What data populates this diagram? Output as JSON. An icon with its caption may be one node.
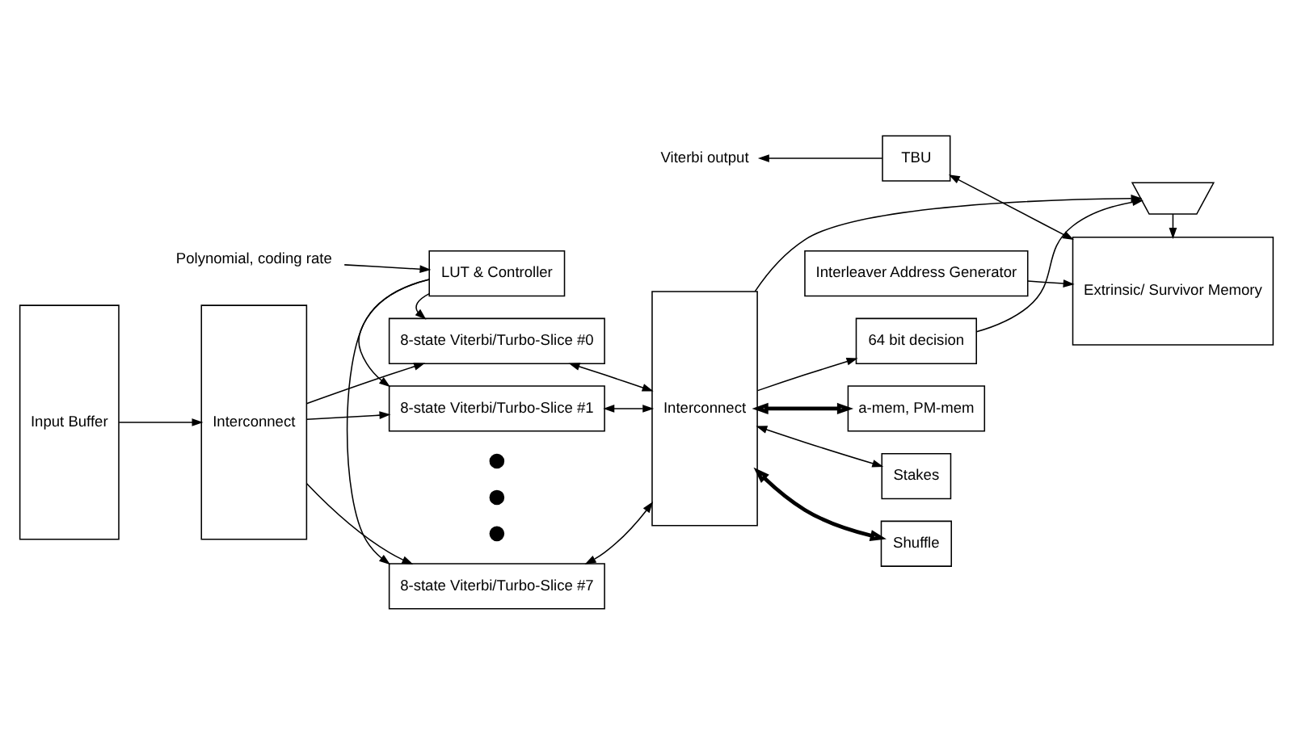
{
  "diagram": {
    "nodes": [
      {
        "text": [
          "Polynomial, coding rate"
        ]
      },
      {
        "text": [
          "LUT & Controller"
        ]
      },
      {
        "text": [
          "Viterbi output"
        ]
      },
      {
        "text": [
          "TBU"
        ]
      },
      {
        "text": [
          "Extrinsic/ Survivor Memory"
        ]
      },
      {
        "text": [
          "Input Buffer"
        ]
      },
      {
        "text": [
          "Interconnect"
        ]
      },
      {
        "text": [
          "8-state Viterbi/Turbo-Slice #0"
        ]
      },
      {
        "text": [
          "Interleaver Address Generator"
        ]
      },
      {
        "text": [
          "8-state Viterbi/Turbo-Slice #1"
        ]
      },
      {
        "text": [
          "64 bit decision"
        ]
      },
      {
        "text": [],
        "shape": "trapezoid"
      },
      {
        "text": [
          "Interconnect"
        ]
      },
      {
        "text": [
          "a-mem, PM-mem"
        ]
      },
      {
        "text": [],
        "shape": "dot"
      },
      {
        "text": [],
        "shape": "dot"
      },
      {
        "text": [
          "Stakes"
        ]
      },
      {
        "text": [],
        "shape": "dot"
      },
      {
        "text": [
          "Shuffle"
        ]
      },
      {
        "text": [
          "8-state Viterbi/Turbo-Slice #7"
        ]
      }
    ],
    "edges": [
      {
        "from": 0,
        "to": 1,
        "arrow": "to"
      },
      {
        "from": 3,
        "to": 2,
        "arrow": "to"
      },
      {
        "from": 3,
        "to": 4,
        "arrow": "both"
      },
      {
        "from": 1,
        "to": 7,
        "arrow": "to"
      },
      {
        "from": 1,
        "to": 9,
        "arrow": "to"
      },
      {
        "from": 1,
        "to": 19,
        "arrow": "to"
      },
      {
        "from": 8,
        "to": 4,
        "arrow": "to"
      },
      {
        "from": 5,
        "to": 6,
        "arrow": "to"
      },
      {
        "from": 6,
        "to": 7,
        "arrow": "to"
      },
      {
        "from": 6,
        "to": 9,
        "arrow": "to"
      },
      {
        "from": 6,
        "to": 19,
        "arrow": "to"
      },
      {
        "from": 7,
        "to": 12,
        "arrow": "both"
      },
      {
        "from": 9,
        "to": 12,
        "arrow": "both"
      },
      {
        "from": 19,
        "to": 12,
        "arrow": "both"
      },
      {
        "from": 12,
        "to": 10,
        "arrow": "to"
      },
      {
        "from": 12,
        "to": 13,
        "arrow": "both",
        "style": "thick"
      },
      {
        "from": 12,
        "to": 16,
        "arrow": "both"
      },
      {
        "from": 12,
        "to": 18,
        "arrow": "both",
        "style": "thick"
      },
      {
        "from": 10,
        "to": 11,
        "arrow": "to"
      },
      {
        "from": 12,
        "to": 11,
        "arrow": "to"
      },
      {
        "from": 11,
        "to": 4,
        "arrow": "to"
      }
    ]
  }
}
